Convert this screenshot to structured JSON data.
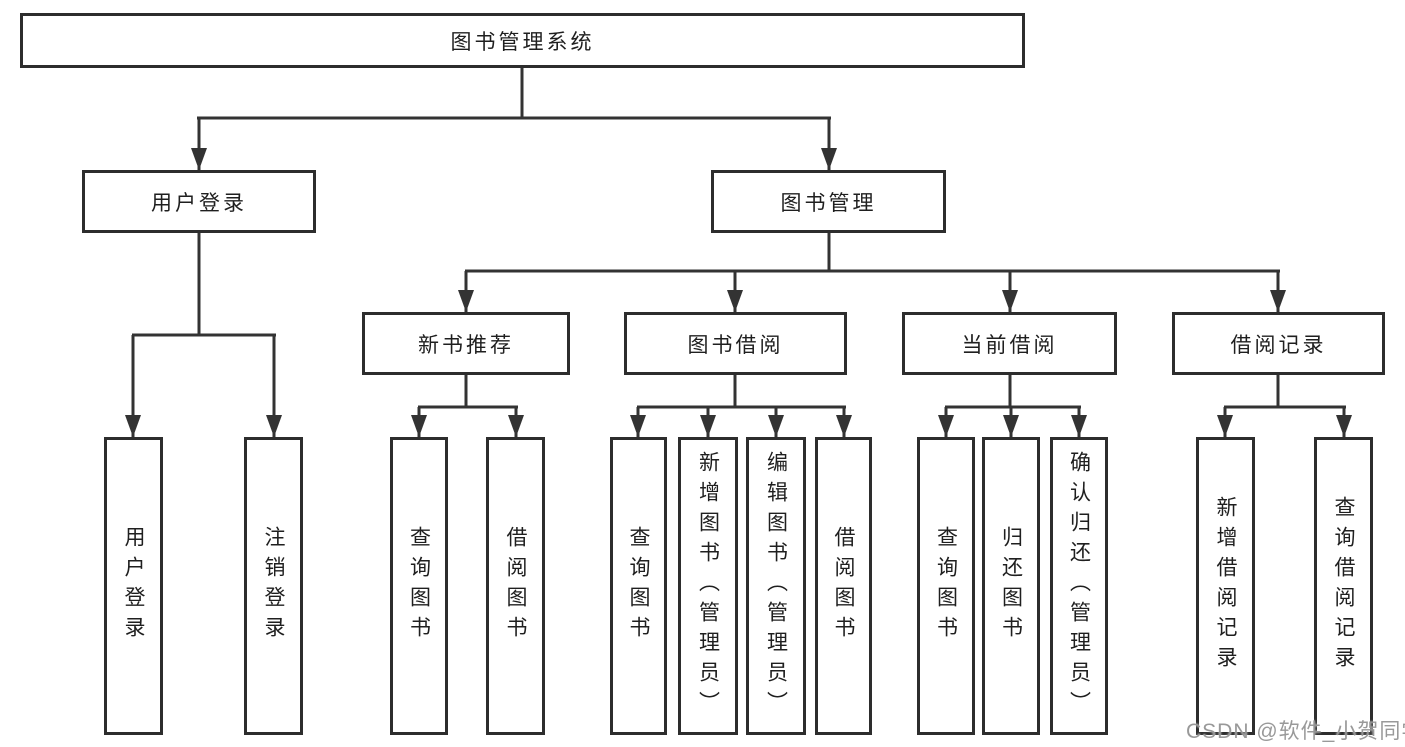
{
  "watermark": {
    "text": "CSDN @软件_小贺同学"
  },
  "tree": {
    "label": "图书管理系统",
    "children": [
      {
        "label": "用户登录",
        "children": [
          {
            "label": "用户登录"
          },
          {
            "label": "注销登录"
          }
        ]
      },
      {
        "label": "图书管理",
        "children": [
          {
            "label": "新书推荐",
            "children": [
              {
                "label": "查询图书"
              },
              {
                "label": "借阅图书"
              }
            ]
          },
          {
            "label": "图书借阅",
            "children": [
              {
                "label": "查询图书"
              },
              {
                "label": "新增图书（管理员）"
              },
              {
                "label": "编辑图书（管理员）"
              },
              {
                "label": "借阅图书"
              }
            ]
          },
          {
            "label": "当前借阅",
            "children": [
              {
                "label": "查询图书"
              },
              {
                "label": "归还图书"
              },
              {
                "label": "确认归还（管理员）"
              }
            ]
          },
          {
            "label": "借阅记录",
            "children": [
              {
                "label": "新增借阅记录"
              },
              {
                "label": "查询借阅记录"
              }
            ]
          }
        ]
      }
    ]
  },
  "colors": {
    "line": "#333333",
    "border": "#2d2d2d",
    "text": "#1f1f1f",
    "watermark": "#949494"
  }
}
